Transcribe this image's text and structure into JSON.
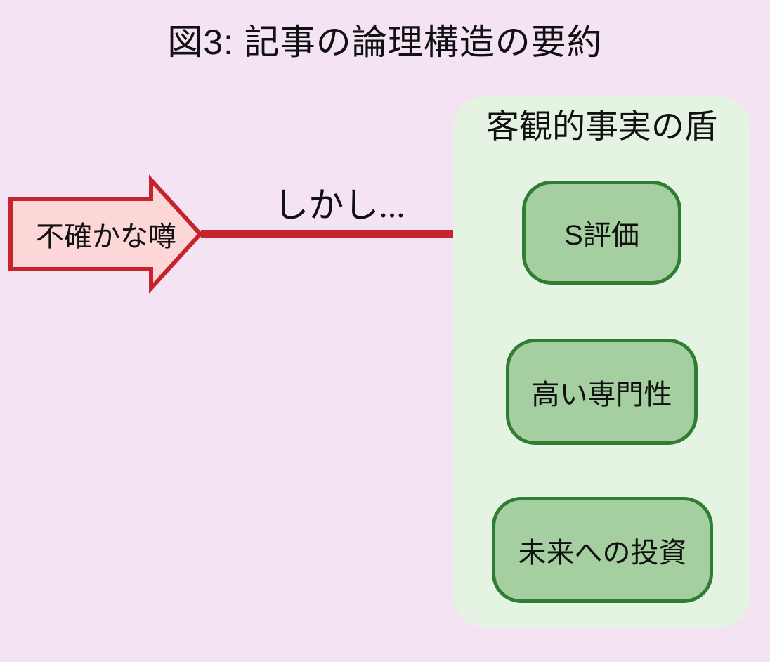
{
  "title": "図3: 記事の論理構造の要約",
  "block_arrow": {
    "label": "不確かな噂"
  },
  "transition": {
    "label": "しかし..."
  },
  "panel": {
    "title": "客観的事実の盾",
    "boxes": [
      {
        "label": "S評価"
      },
      {
        "label": "高い専門性"
      },
      {
        "label": "未来への投資"
      }
    ]
  },
  "colors": {
    "background": "#f3e3f3",
    "panel_bg": "#e4f3e2",
    "box_fill": "#a6cfa1",
    "box_border": "#2e7d32",
    "arrow_red": "#c5242c",
    "block_arrow_fill": "#fdd7d7",
    "text": "#111111"
  }
}
